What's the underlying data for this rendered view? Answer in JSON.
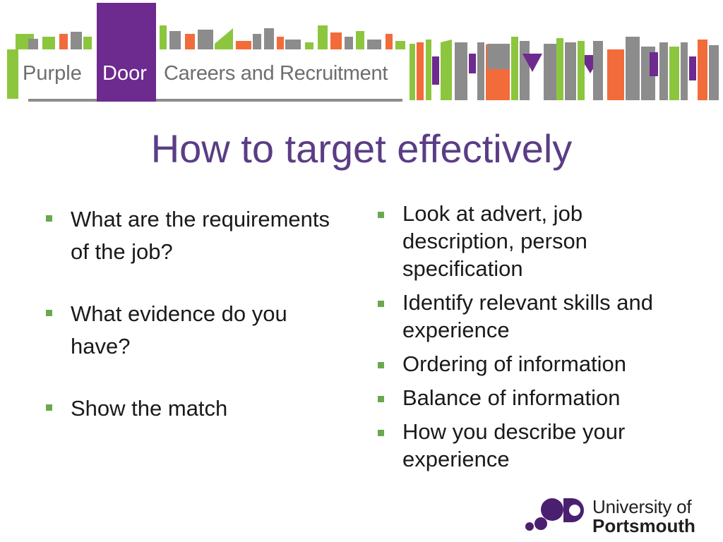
{
  "header": {
    "logo": {
      "word1": "Purple",
      "word2": "Door",
      "tagline": "Careers and Recruitment",
      "brand_purple": "#6d2a8f"
    },
    "stripe_colors": [
      "#8cc63f",
      "#8c8c8c",
      "#f26b3a",
      "#6d2a8f"
    ]
  },
  "slide": {
    "title": "How to target effectively",
    "left_bullets": [
      "What are the requirements of the job?",
      "What evidence do you have?",
      "Show the match"
    ],
    "right_bullets": [
      "Look at advert, job description, person specification",
      "Identify relevant skills and experience",
      "Ordering of information",
      "Balance of information",
      "How you describe your experience"
    ],
    "bullet_color": "#6aa84f",
    "title_color": "#5a3d85"
  },
  "footer": {
    "university_line1": "University of",
    "university_line2": "Portsmouth",
    "brand_color": "#4b1f6f"
  }
}
